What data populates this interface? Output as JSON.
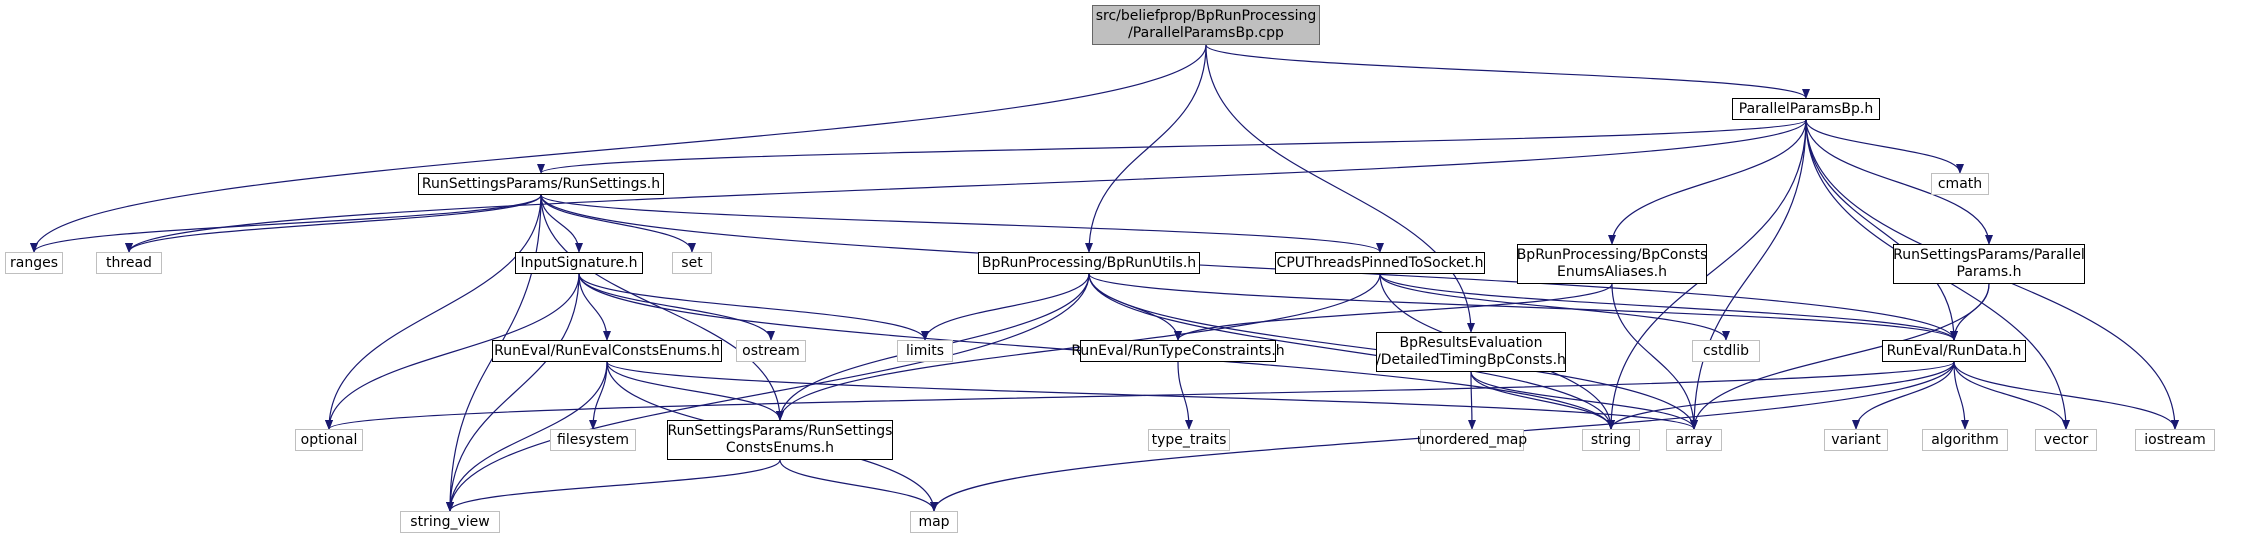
{
  "edge_color": "#191970",
  "nodes": [
    {
      "id": "root",
      "lines": [
        "src/beliefprop/BpRunProcessing",
        "/ParallelParamsBp.cpp"
      ],
      "kind": "root"
    },
    {
      "id": "ppbp_h",
      "lines": [
        "ParallelParamsBp.h"
      ],
      "kind": "internal"
    },
    {
      "id": "runsettings",
      "lines": [
        "RunSettingsParams/RunSettings.h"
      ],
      "kind": "internal"
    },
    {
      "id": "ranges",
      "lines": [
        "ranges"
      ],
      "kind": "external"
    },
    {
      "id": "thread",
      "lines": [
        "thread"
      ],
      "kind": "external"
    },
    {
      "id": "cmath",
      "lines": [
        "cmath"
      ],
      "kind": "external"
    },
    {
      "id": "set",
      "lines": [
        "set"
      ],
      "kind": "external"
    },
    {
      "id": "inputsig",
      "lines": [
        "InputSignature.h"
      ],
      "kind": "internal"
    },
    {
      "id": "bprunutils",
      "lines": [
        "BpRunProcessing/BpRunUtils.h"
      ],
      "kind": "internal"
    },
    {
      "id": "cputhreads",
      "lines": [
        "CPUThreadsPinnedToSocket.h"
      ],
      "kind": "internal"
    },
    {
      "id": "bpconsts",
      "lines": [
        "BpRunProcessing/BpConsts",
        "EnumsAliases.h"
      ],
      "kind": "internal"
    },
    {
      "id": "rsparallel",
      "lines": [
        "RunSettingsParams/Parallel",
        "Params.h"
      ],
      "kind": "internal"
    },
    {
      "id": "runevalenums",
      "lines": [
        "RunEval/RunEvalConstsEnums.h"
      ],
      "kind": "internal"
    },
    {
      "id": "ostream",
      "lines": [
        "ostream"
      ],
      "kind": "external"
    },
    {
      "id": "limits",
      "lines": [
        "limits"
      ],
      "kind": "external"
    },
    {
      "id": "runtype",
      "lines": [
        "RunEval/RunTypeConstraints.h"
      ],
      "kind": "internal"
    },
    {
      "id": "bpresults",
      "lines": [
        "BpResultsEvaluation",
        "/DetailedTimingBpConsts.h"
      ],
      "kind": "internal"
    },
    {
      "id": "cstdlib",
      "lines": [
        "cstdlib"
      ],
      "kind": "external"
    },
    {
      "id": "rundata",
      "lines": [
        "RunEval/RunData.h"
      ],
      "kind": "internal"
    },
    {
      "id": "optional",
      "lines": [
        "optional"
      ],
      "kind": "external"
    },
    {
      "id": "filesystem",
      "lines": [
        "filesystem"
      ],
      "kind": "external"
    },
    {
      "id": "rsconstenums",
      "lines": [
        "RunSettingsParams/RunSettings",
        "ConstsEnums.h"
      ],
      "kind": "internal"
    },
    {
      "id": "type_traits",
      "lines": [
        "type_traits"
      ],
      "kind": "external"
    },
    {
      "id": "unordered_map",
      "lines": [
        "unordered_map"
      ],
      "kind": "external"
    },
    {
      "id": "string",
      "lines": [
        "string"
      ],
      "kind": "external"
    },
    {
      "id": "array",
      "lines": [
        "array"
      ],
      "kind": "external"
    },
    {
      "id": "variant",
      "lines": [
        "variant"
      ],
      "kind": "external"
    },
    {
      "id": "algorithm",
      "lines": [
        "algorithm"
      ],
      "kind": "external"
    },
    {
      "id": "vector",
      "lines": [
        "vector"
      ],
      "kind": "external"
    },
    {
      "id": "iostream",
      "lines": [
        "iostream"
      ],
      "kind": "external"
    },
    {
      "id": "string_view",
      "lines": [
        "string_view"
      ],
      "kind": "external"
    },
    {
      "id": "map",
      "lines": [
        "map"
      ],
      "kind": "external"
    }
  ],
  "edges": [
    [
      "root",
      "ppbp_h"
    ],
    [
      "root",
      "ranges"
    ],
    [
      "root",
      "bprunutils"
    ],
    [
      "root",
      "bpresults"
    ],
    [
      "ppbp_h",
      "runsettings"
    ],
    [
      "ppbp_h",
      "thread"
    ],
    [
      "ppbp_h",
      "cmath"
    ],
    [
      "ppbp_h",
      "bpconsts"
    ],
    [
      "ppbp_h",
      "rsparallel"
    ],
    [
      "ppbp_h",
      "rundata"
    ],
    [
      "ppbp_h",
      "string"
    ],
    [
      "ppbp_h",
      "array"
    ],
    [
      "ppbp_h",
      "vector"
    ],
    [
      "ppbp_h",
      "iostream"
    ],
    [
      "runsettings",
      "ranges"
    ],
    [
      "runsettings",
      "thread"
    ],
    [
      "runsettings",
      "set"
    ],
    [
      "runsettings",
      "inputsig"
    ],
    [
      "runsettings",
      "cputhreads"
    ],
    [
      "runsettings",
      "rundata"
    ],
    [
      "runsettings",
      "optional"
    ],
    [
      "runsettings",
      "rsconstenums"
    ],
    [
      "runsettings",
      "string_view"
    ],
    [
      "inputsig",
      "runevalenums"
    ],
    [
      "inputsig",
      "ostream"
    ],
    [
      "inputsig",
      "limits"
    ],
    [
      "inputsig",
      "optional"
    ],
    [
      "inputsig",
      "string_view"
    ],
    [
      "inputsig",
      "string"
    ],
    [
      "bprunutils",
      "limits"
    ],
    [
      "bprunutils",
      "runtype"
    ],
    [
      "bprunutils",
      "rsconstenums"
    ],
    [
      "bprunutils",
      "rundata"
    ],
    [
      "bprunutils",
      "string_view"
    ],
    [
      "bprunutils",
      "string"
    ],
    [
      "bprunutils",
      "array"
    ],
    [
      "cputhreads",
      "rsconstenums"
    ],
    [
      "cputhreads",
      "string"
    ],
    [
      "cputhreads",
      "rundata"
    ],
    [
      "cputhreads",
      "cstdlib"
    ],
    [
      "bpconsts",
      "runtype"
    ],
    [
      "bpconsts",
      "array"
    ],
    [
      "rsparallel",
      "rundata"
    ],
    [
      "rsparallel",
      "array"
    ],
    [
      "runevalenums",
      "filesystem"
    ],
    [
      "runevalenums",
      "rsconstenums"
    ],
    [
      "runevalenums",
      "string_view"
    ],
    [
      "runevalenums",
      "map"
    ],
    [
      "runevalenums",
      "array"
    ],
    [
      "runtype",
      "type_traits"
    ],
    [
      "bpresults",
      "unordered_map"
    ],
    [
      "bpresults",
      "string"
    ],
    [
      "bpresults",
      "array"
    ],
    [
      "rundata",
      "optional"
    ],
    [
      "rundata",
      "string"
    ],
    [
      "rundata",
      "variant"
    ],
    [
      "rundata",
      "algorithm"
    ],
    [
      "rundata",
      "vector"
    ],
    [
      "rundata",
      "iostream"
    ],
    [
      "rundata",
      "map"
    ],
    [
      "rsconstenums",
      "string_view"
    ],
    [
      "rsconstenums",
      "map"
    ]
  ]
}
